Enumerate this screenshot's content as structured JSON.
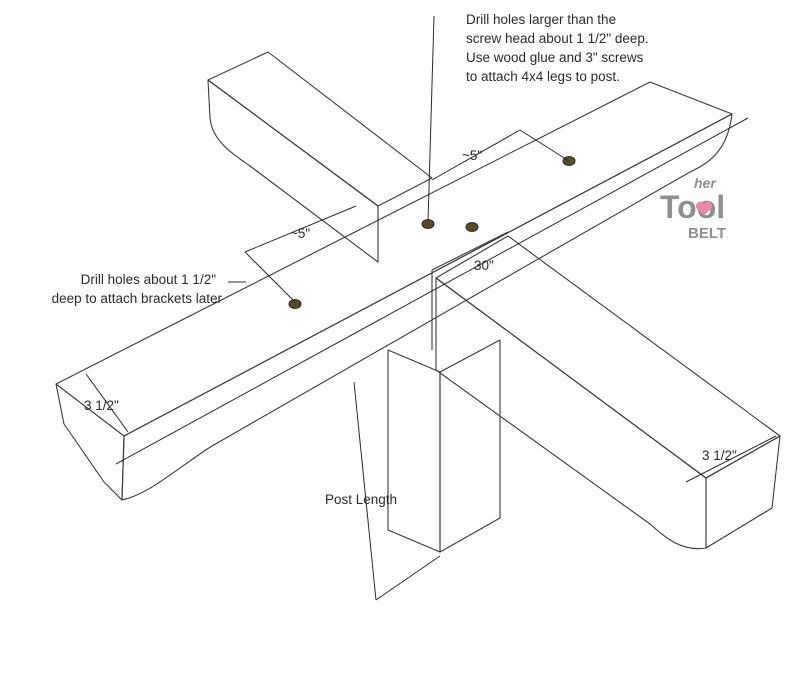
{
  "annotations": {
    "top_note": [
      "Drill holes larger than the",
      "screw head about 1 1/2\" deep.",
      "Use wood glue and 3\" screws",
      "to attach 4x4 legs to post."
    ],
    "left_note": [
      "Drill holes about 1 1/2\"",
      "deep to attach brackets later"
    ],
    "dim_5_right": "~5\"",
    "dim_5_left": "~5\"",
    "dim_30": "30\"",
    "dim_3_5_left": "3 1/2\"",
    "dim_3_5_right": "3 1/2\"",
    "post_length": "Post Length"
  },
  "logo": {
    "her": "her",
    "tool": "Tool",
    "belt": "BELT",
    "heart_color": "#e98aa6"
  },
  "colors": {
    "wood_top": "#c9b57f",
    "wood_side": "#b59f66",
    "wood_dark": "#a48d55",
    "line": "#2b2b2b"
  }
}
